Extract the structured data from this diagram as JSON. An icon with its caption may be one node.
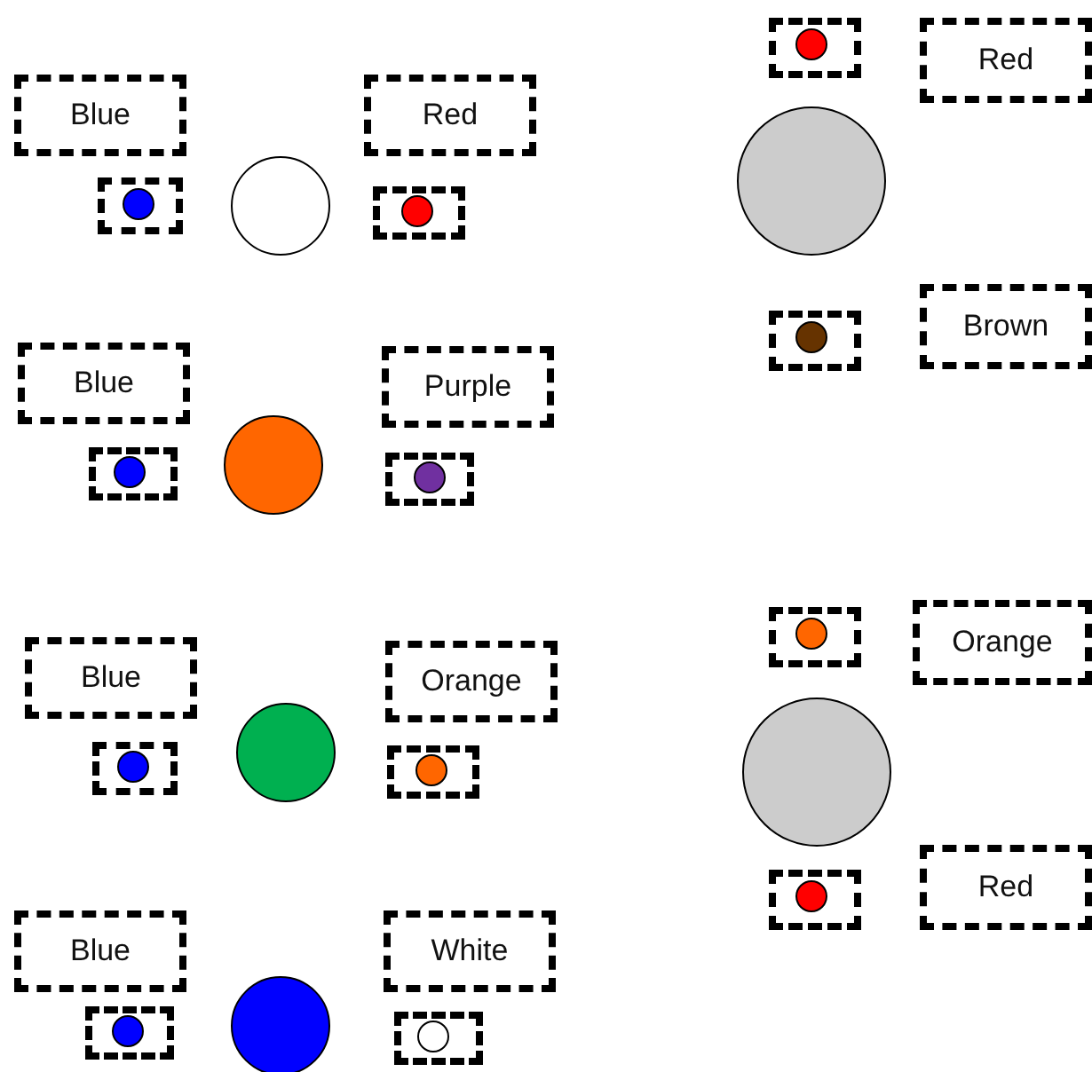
{
  "diagram": {
    "nodes": [
      {
        "text": [
          "Blue"
        ]
      },
      {
        "text": [
          "Red"
        ]
      },
      {
        "text": [],
        "shape": "box"
      },
      {
        "text": [],
        "shape": "circle",
        "in": 2
      },
      {
        "text": [],
        "shape": "circle"
      },
      {
        "text": [],
        "shape": "box"
      },
      {
        "text": [],
        "shape": "circle",
        "in": 5
      },
      {
        "text": [
          "Blue"
        ]
      },
      {
        "text": [
          "Purple"
        ]
      },
      {
        "text": [],
        "shape": "box"
      },
      {
        "text": [],
        "shape": "circle",
        "in": 9
      },
      {
        "text": [],
        "shape": "circle"
      },
      {
        "text": [],
        "shape": "box"
      },
      {
        "text": [],
        "shape": "circle",
        "in": 12
      },
      {
        "text": [
          "Blue"
        ]
      },
      {
        "text": [
          "Orange"
        ]
      },
      {
        "text": [],
        "shape": "box"
      },
      {
        "text": [],
        "shape": "circle",
        "in": 16
      },
      {
        "text": [],
        "shape": "circle"
      },
      {
        "text": [],
        "shape": "box"
      },
      {
        "text": [],
        "shape": "circle",
        "in": 19
      },
      {
        "text": [
          "Blue"
        ]
      },
      {
        "text": [
          "White"
        ]
      },
      {
        "text": [],
        "shape": "box"
      },
      {
        "text": [],
        "shape": "circle",
        "in": 23
      },
      {
        "text": [],
        "shape": "circle"
      },
      {
        "text": [],
        "shape": "box"
      },
      {
        "text": [],
        "shape": "circle",
        "in": 26
      },
      {
        "text": [],
        "shape": "box"
      },
      {
        "text": [],
        "shape": "circle",
        "in": 28
      },
      {
        "text": [
          "Red"
        ]
      },
      {
        "text": [],
        "shape": "circle"
      },
      {
        "text": [],
        "shape": "box"
      },
      {
        "text": [],
        "shape": "circle",
        "in": 32
      },
      {
        "text": [
          "Brown"
        ]
      },
      {
        "text": [],
        "shape": "box"
      },
      {
        "text": [],
        "shape": "circle",
        "in": 35
      },
      {
        "text": [
          "Orange"
        ]
      },
      {
        "text": [],
        "shape": "circle"
      },
      {
        "text": [],
        "shape": "box"
      },
      {
        "text": [],
        "shape": "circle",
        "in": 39
      },
      {
        "text": [
          "Red"
        ]
      }
    ],
    "edges": []
  }
}
